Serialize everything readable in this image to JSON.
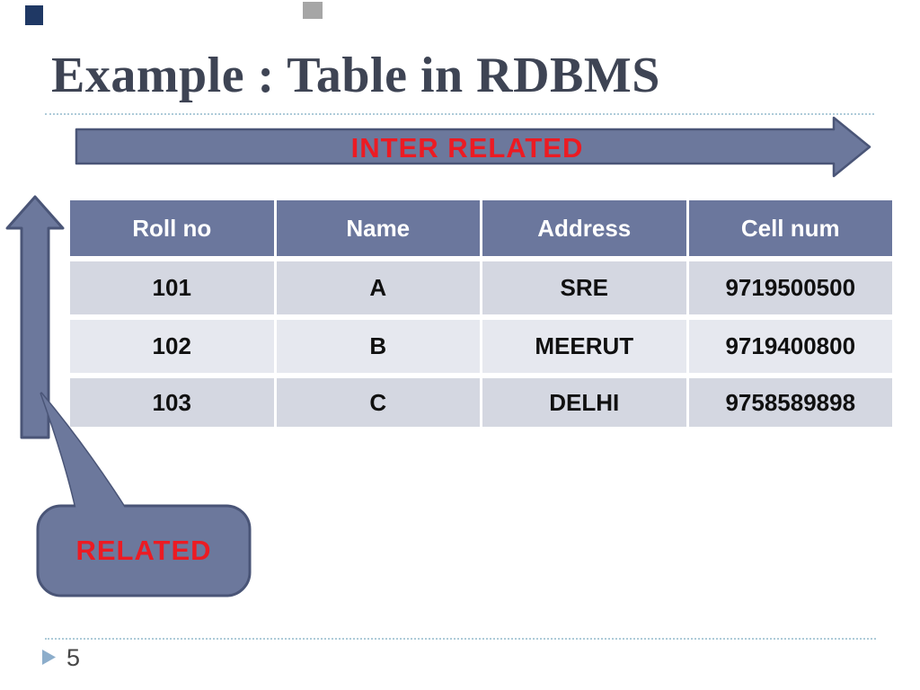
{
  "slide": {
    "title": "Example : Table in RDBMS",
    "page_number": "5"
  },
  "labels": {
    "inter_related": "INTER RELATED",
    "related": "RELATED"
  },
  "table": {
    "columns": [
      "Roll no",
      "Name",
      "Address",
      "Cell num"
    ],
    "rows": [
      [
        "101",
        "A",
        "SRE",
        "9719500500"
      ],
      [
        "102",
        "B",
        "MEERUT",
        "9719400800"
      ],
      [
        "103",
        "C",
        "DELHI",
        "9758589898"
      ]
    ]
  },
  "colors": {
    "shape_fill": "#6C789C",
    "shape_border": "#4A5577",
    "table_header_fill": "#6B779D",
    "table_row_fill_dark": "#D4D7E1",
    "table_row_fill_light": "#E6E8EF",
    "label_red": "#EC1B23",
    "title_text": "#3E4454",
    "dotted_line": "#AECBD9",
    "deco_navy": "#1F3864",
    "deco_gray": "#A6A6A6",
    "footer_triangle": "#8CADCB",
    "footer_text": "#474747"
  }
}
